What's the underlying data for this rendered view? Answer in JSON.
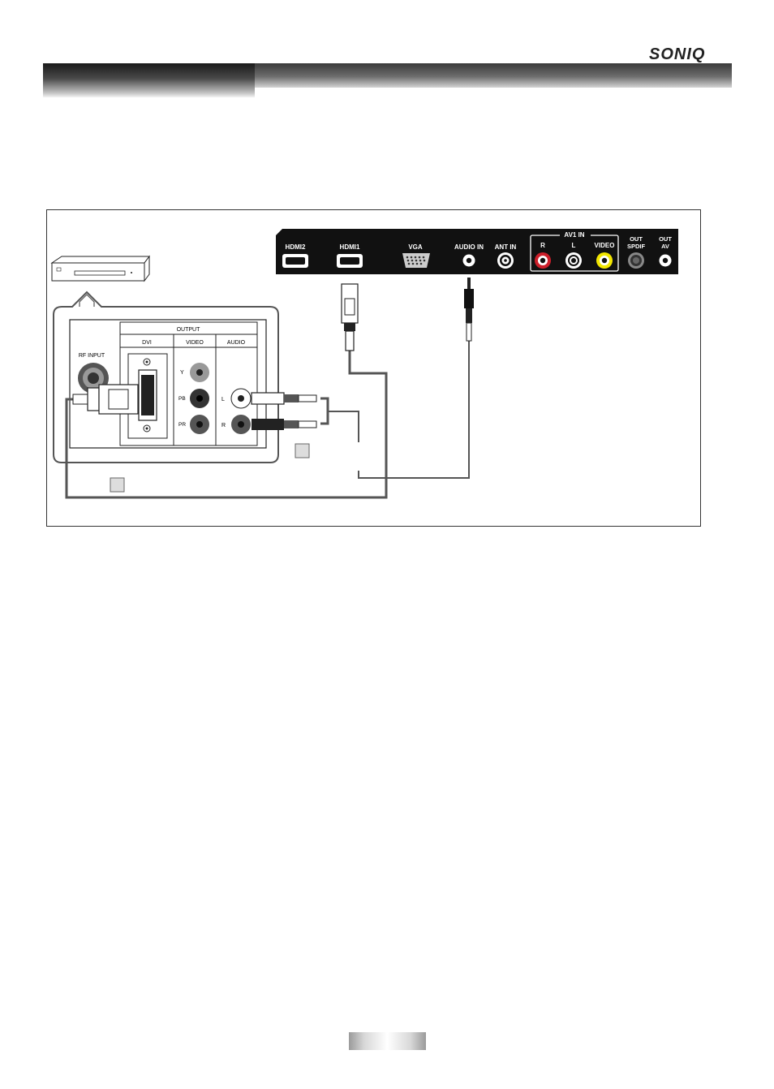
{
  "brand": {
    "name": "SONIQ"
  },
  "tv_panel": {
    "ports": [
      "HDMI2",
      "HDMI1",
      "VGA",
      "AUDIO IN",
      "ANT IN"
    ],
    "av1_group_label": "AV1 IN",
    "av1_ports": [
      "R",
      "L",
      "VIDEO"
    ],
    "spdif_label_line1": "OUT",
    "spdif_label_line2": "SPDIF",
    "av_out_label_line1": "OUT",
    "av_out_label_line2": "AV"
  },
  "source_device": {
    "rf_input_label": "RF INPUT",
    "output_label": "OUTPUT",
    "dvi_label": "DVI",
    "video_label": "VIDEO",
    "audio_label": "AUDIO",
    "y_label": "Y",
    "pb_label": "PB",
    "pr_label": "PR",
    "audio_l_label": "L",
    "audio_r_label": "R"
  },
  "colors": {
    "panel": "#111111",
    "audio_red": "#cc1f2a",
    "video_yellow": "#f2e600",
    "cable": "#555555"
  }
}
